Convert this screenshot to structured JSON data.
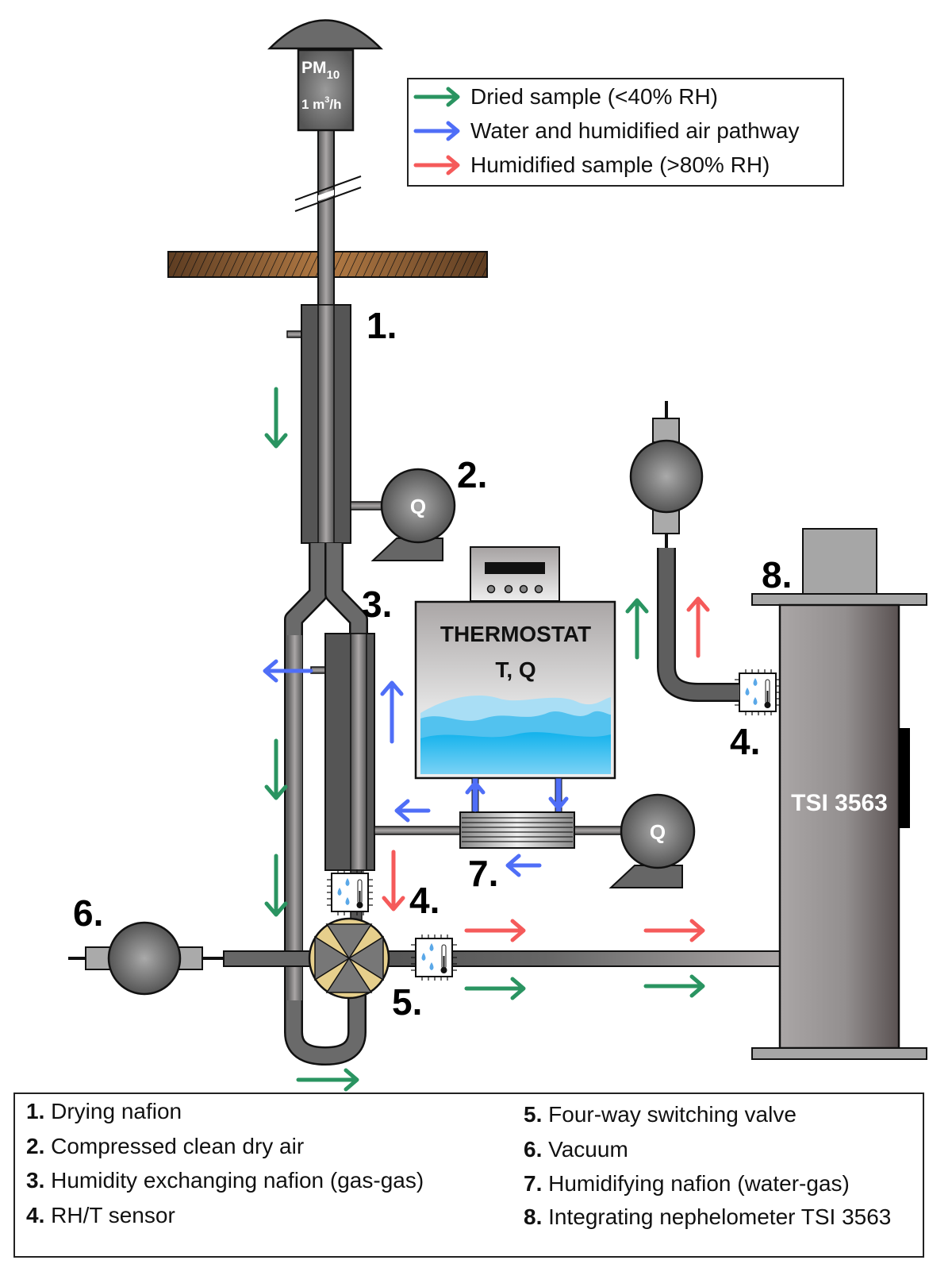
{
  "figure": {
    "inlet": {
      "label_main": "PM",
      "label_sub": "10",
      "flow_base": "1 m",
      "flow_sup": "3",
      "flow_unit": "/h"
    },
    "thermostat": {
      "line1": "THERMOSTAT",
      "line2": "T, Q"
    },
    "pump_label": "Q",
    "nephelometer_label": "TSI 3563",
    "component_numbers": {
      "n1": "1.",
      "n2": "2.",
      "n3": "3.",
      "n4a": "4.",
      "n4b": "4.",
      "n5": "5.",
      "n6": "6.",
      "n7": "7.",
      "n8": "8."
    },
    "colors": {
      "dried": "#2a9461",
      "water": "#4f6ef7",
      "humidified": "#f55a5a",
      "ground": "#9a6a3e",
      "valve": "#e6cf8c",
      "water_light": "#a9def5",
      "water_dark": "#12b2ec"
    }
  },
  "legend": {
    "items": [
      {
        "label": "Dried sample (<40% RH)",
        "color": "#2a9461"
      },
      {
        "label": "Water and humidified air pathway",
        "color": "#4f6ef7"
      },
      {
        "label": "Humidified sample (>80% RH)",
        "color": "#f55a5a"
      }
    ]
  },
  "key": {
    "items": [
      {
        "num": "1.",
        "text": " Drying nafion"
      },
      {
        "num": "2.",
        "text": " Compressed clean dry air"
      },
      {
        "num": "3.",
        "text": " Humidity exchanging nafion (gas-gas)"
      },
      {
        "num": "4.",
        "text": " RH/T sensor"
      },
      {
        "num": "5.",
        "text": " Four-way switching valve"
      },
      {
        "num": "6.",
        "text": " Vacuum"
      },
      {
        "num": "7.",
        "text": " Humidifying nafion (water-gas)"
      },
      {
        "num": "8.",
        "text": " Integrating nephelometer TSI 3563"
      }
    ]
  }
}
